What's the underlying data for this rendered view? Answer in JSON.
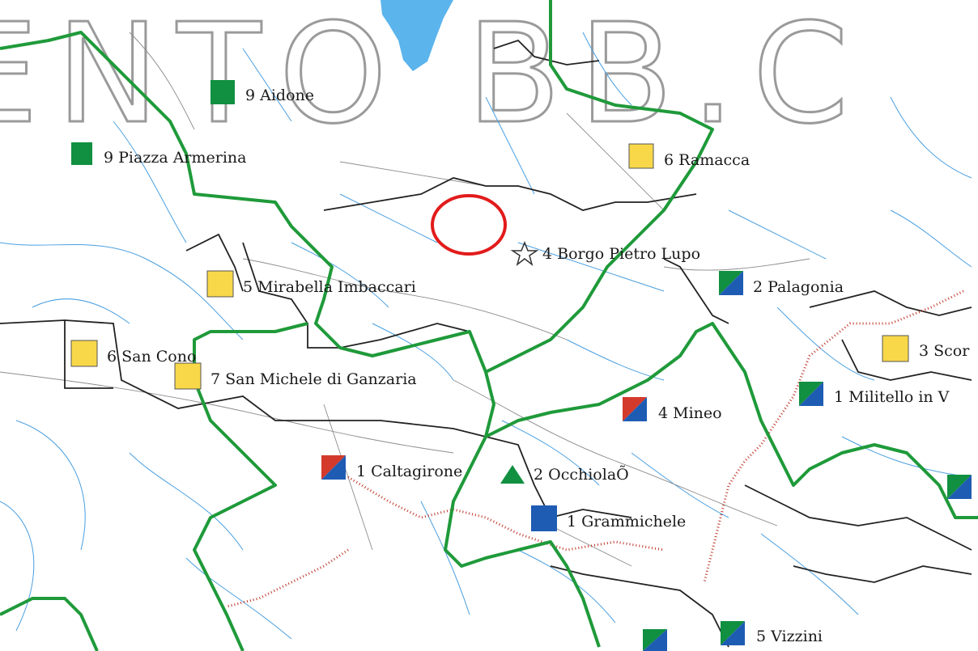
{
  "watermark": "ENTO BB.C",
  "colors": {
    "yellow": "#f8d849",
    "green": "#109040",
    "blue": "#1e5cb3",
    "red": "#d33a2c",
    "highlight": "#e21b1b"
  },
  "places": [
    {
      "id": "aidone",
      "label": "9 Aidone",
      "marker": "green-square"
    },
    {
      "id": "piazza-armerina",
      "label": "9 Piazza Armerina",
      "marker": "green-square"
    },
    {
      "id": "ramacca",
      "label": "6 Ramacca",
      "marker": "yellow-square"
    },
    {
      "id": "borgo-pietro-lupo",
      "label": "4 Borgo Pietro Lupo",
      "marker": "star"
    },
    {
      "id": "mirabella",
      "label": "5 Mirabella Imbaccari",
      "marker": "yellow-square"
    },
    {
      "id": "palagonia",
      "label": "2 Palagonia",
      "marker": "green-blue-square"
    },
    {
      "id": "scordia",
      "label": "3 Scor",
      "marker": "yellow-square"
    },
    {
      "id": "san-cono",
      "label": "6 San Cono",
      "marker": "yellow-square"
    },
    {
      "id": "san-michele",
      "label": "7 San Michele di Ganzaria",
      "marker": "yellow-square"
    },
    {
      "id": "militello",
      "label": "1 Militello in V",
      "marker": "green-blue-square"
    },
    {
      "id": "mineo",
      "label": "4 Mineo",
      "marker": "red-blue-square"
    },
    {
      "id": "caltagirone",
      "label": "1 Caltagirone",
      "marker": "red-blue-square"
    },
    {
      "id": "occhiola",
      "label": "2 OcchiolaÕ",
      "marker": "green-triangle"
    },
    {
      "id": "grammichele",
      "label": "1 Grammichele",
      "marker": "blue-square"
    },
    {
      "id": "vizzini",
      "label": "5 Vizzini",
      "marker": "green-blue-square"
    }
  ]
}
